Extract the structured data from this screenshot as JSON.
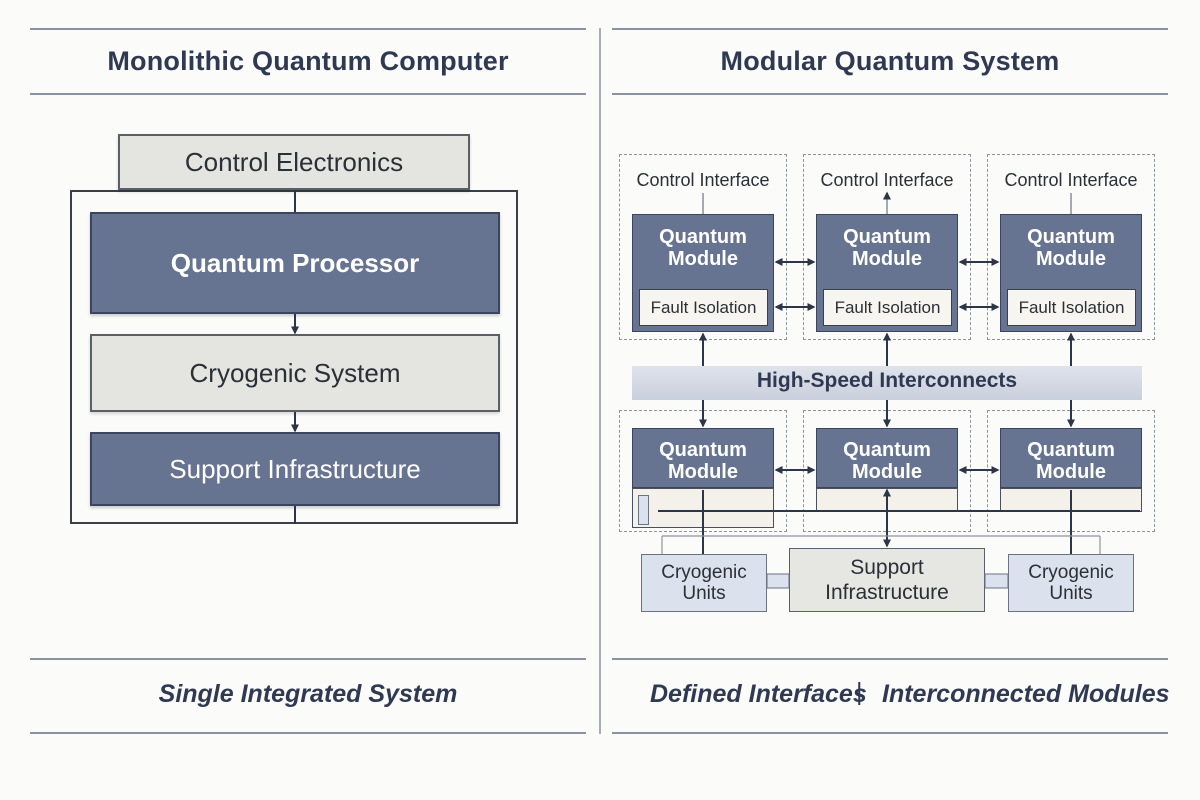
{
  "left": {
    "title": "Monolithic Quantum Computer",
    "control_electronics": "Control Electronics",
    "quantum_processor": "Quantum Processor",
    "cryogenic_system": "Cryogenic System",
    "support_infrastructure": "Support Infrastructure",
    "footer": "Single Integrated System"
  },
  "right": {
    "title": "Modular Quantum System",
    "control_interface": "Control Interface",
    "quantum_module": "Quantum Module",
    "fault_isolation": "Fault Isolation",
    "interconnects": "High-Speed Interconnects",
    "cryogenic_units": "Cryogenic Units",
    "support_infrastructure": "Support Infrastructure",
    "footer_left": "Defined Interfaces",
    "footer_separator": "|",
    "footer_right": "Interconnected Modules"
  },
  "colors": {
    "module_fill": "#667391",
    "light_fill": "#e4e4e0",
    "cryo_fill": "#dbe2ee",
    "text_dark": "#2f3a52"
  }
}
